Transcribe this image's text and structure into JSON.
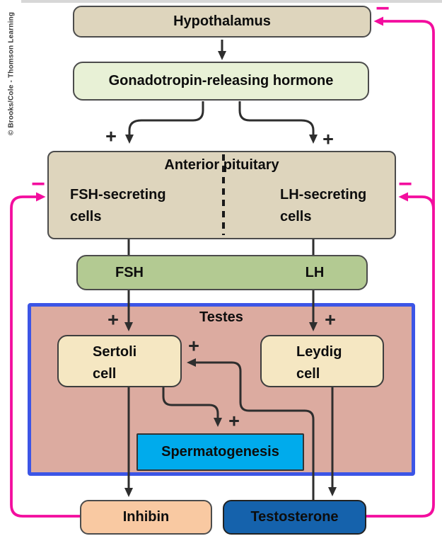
{
  "credit": "© Brooks/Cole - Thomson Learning",
  "signs": {
    "plus": "+",
    "minus": "−"
  },
  "nodes": {
    "hypothalamus": {
      "label": "Hypothalamus"
    },
    "gnrh": {
      "label": "Gonadotropin-releasing hormone"
    },
    "anterior_pituitary": {
      "title": "Anterior pituitary",
      "fsh_cells_line1": "FSH-secreting",
      "fsh_cells_line2": "cells",
      "lh_cells_line1": "LH-secreting",
      "lh_cells_line2": "cells"
    },
    "hormones": {
      "fsh": "FSH",
      "lh": "LH"
    },
    "testes": {
      "label": "Testes"
    },
    "sertoli": {
      "line1": "Sertoli",
      "line2": "cell"
    },
    "leydig": {
      "line1": "Leydig",
      "line2": "cell"
    },
    "spermatogenesis": {
      "label": "Spermatogenesis"
    },
    "inhibin": {
      "label": "Inhibin"
    },
    "testosterone": {
      "label": "Testosterone"
    }
  },
  "colors": {
    "feedback_line": "#f30d9e",
    "stimulus_line": "#2e2e2e",
    "testes_border": "#3c55e6",
    "testes_fill": "#dcaba0",
    "tan_box": "#ded5bd",
    "gnrh_box": "#e8f1d6",
    "hormone_box": "#b3ca92",
    "cell_box": "#f5e7c2",
    "spermatogenesis_box": "#00abec",
    "inhibin_box": "#f9c9a2",
    "testosterone_box": "#1562ac"
  }
}
